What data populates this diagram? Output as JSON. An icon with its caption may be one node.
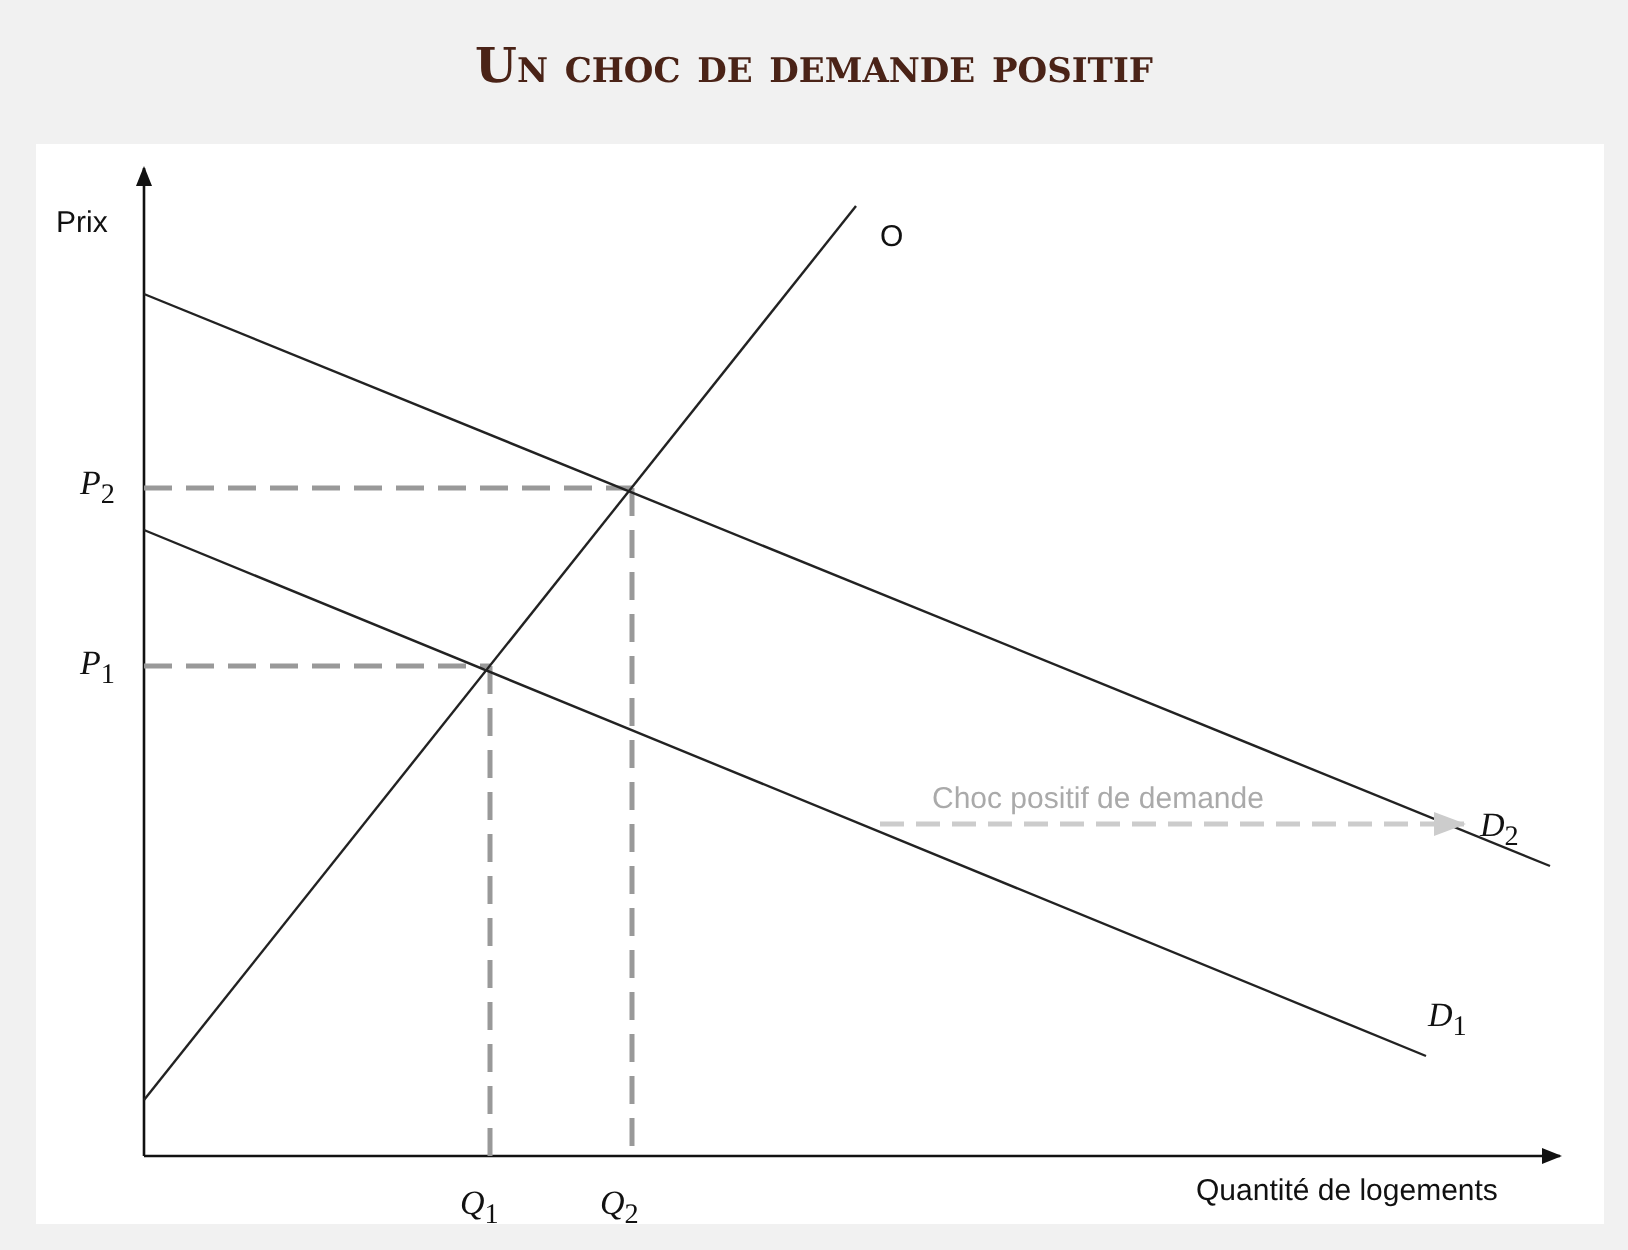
{
  "diagram": {
    "title": "Un choc de demande positif",
    "labels": [
      "Prix",
      "O",
      "*P*$_{2}$",
      "*P*$_{1}$",
      "Choc positif de demande",
      "*D*$_{2}$",
      "*D*$_{1}$",
      "*Q*$_{1}$",
      "*Q*$_{2}$",
      "Quantité de logements"
    ]
  }
}
